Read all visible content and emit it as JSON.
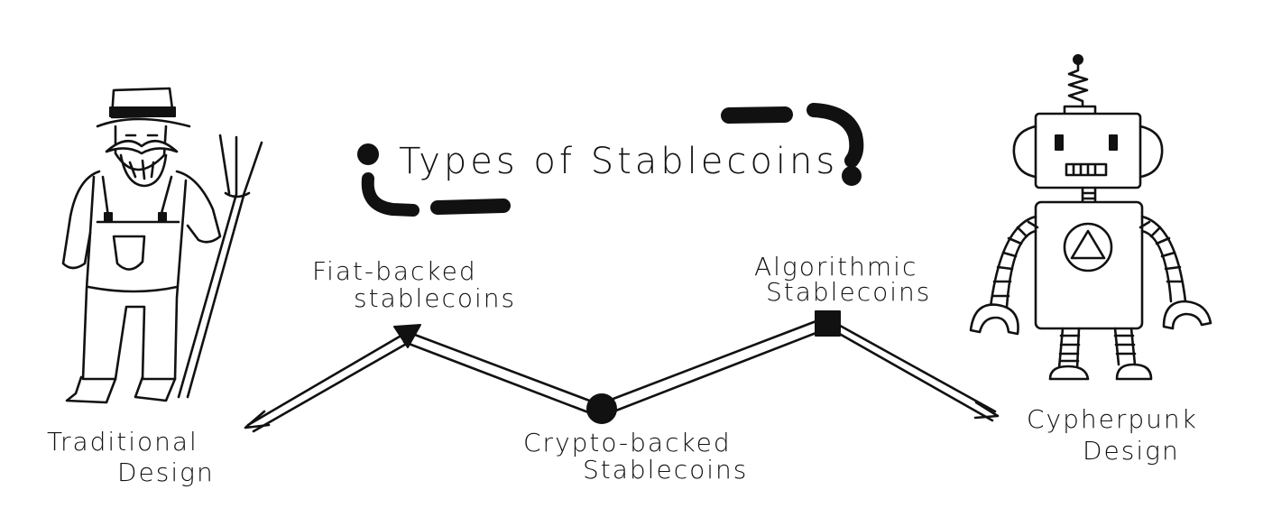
{
  "title": "Types of Stablecoins",
  "stages": [
    {
      "line1": "Traditional",
      "line2": "Design"
    },
    {
      "line1": "Fiat-backed",
      "line2": "stablecoins"
    },
    {
      "line1": "Crypto-backed",
      "line2": "Stablecoins"
    },
    {
      "line1": "Algorithmic",
      "line2": "Stablecoins"
    },
    {
      "line1": "Cypherpunk",
      "line2": "Design"
    }
  ],
  "markers": [
    "triangle",
    "circle",
    "square"
  ],
  "illustrations": [
    "farmer-figure",
    "robot-figure"
  ],
  "colors": {
    "ink": "#111111",
    "background": "#ffffff"
  }
}
